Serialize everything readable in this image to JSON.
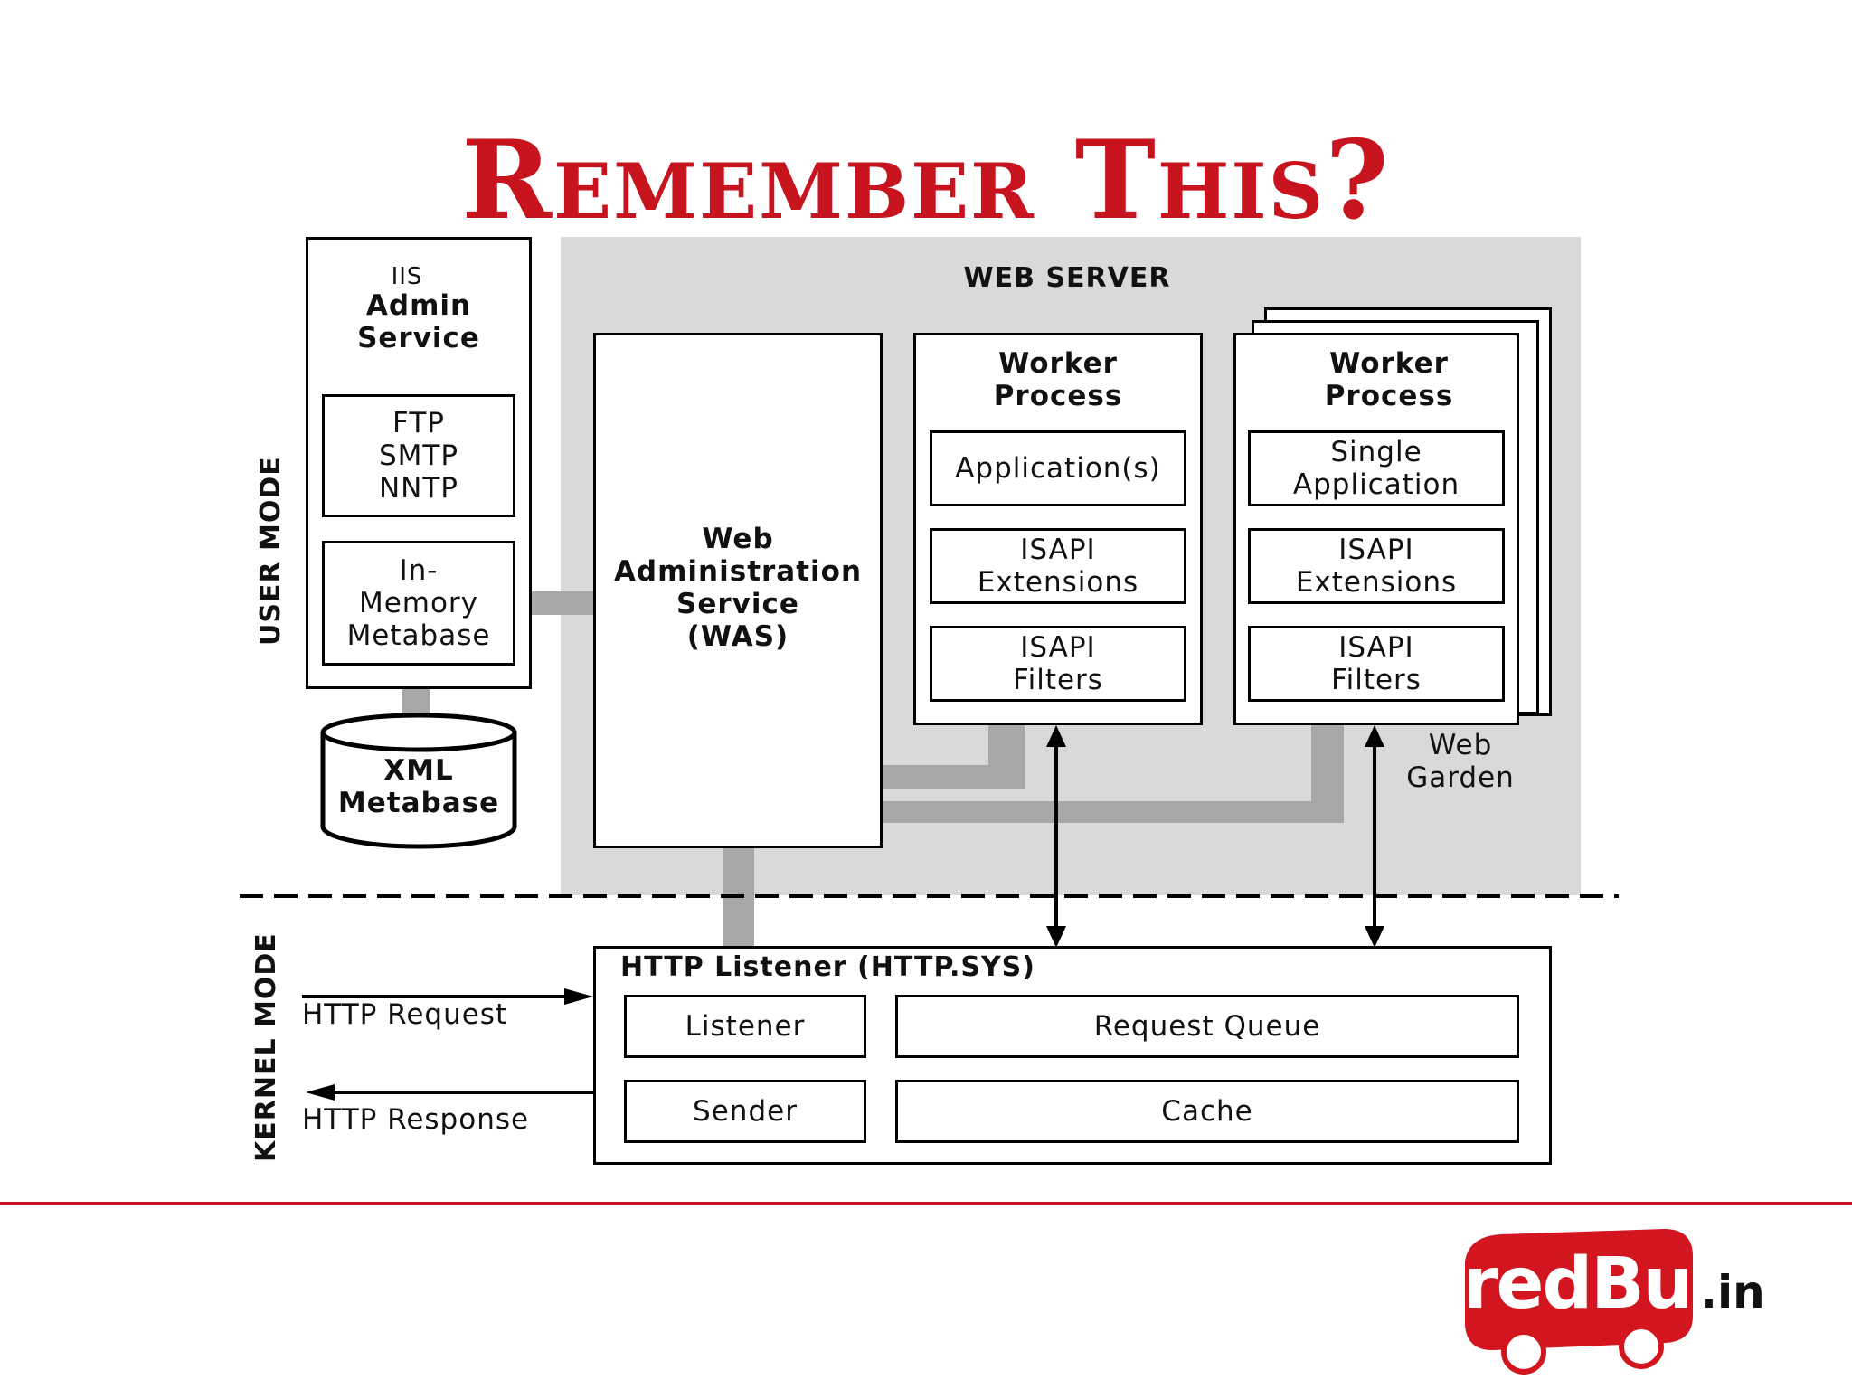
{
  "slide": {
    "title": "Remember This?"
  },
  "diagram": {
    "web_server": "WEB SERVER",
    "user_mode": "USER MODE",
    "kernel_mode": "KERNEL MODE",
    "iis_admin": {
      "line1": "IIS",
      "line2": "Admin\nService"
    },
    "ftp_box": "FTP\nSMTP\nNNTP",
    "metabase_box": "In-\nMemory\nMetabase",
    "xml_metabase": "XML\nMetabase",
    "was": "Web\nAdministration\nService\n(WAS)",
    "worker1": {
      "title": "Worker\nProcess",
      "app": "Application(s)",
      "ext": "ISAPI\nExtensions",
      "filters": "ISAPI\nFilters"
    },
    "worker2": {
      "title": "Worker\nProcess",
      "app": "Single\nApplication",
      "ext": "ISAPI\nExtensions",
      "filters": "ISAPI\nFilters"
    },
    "web_garden": "Web\nGarden",
    "http_listener": {
      "title": "HTTP Listener (HTTP.SYS)",
      "listener": "Listener",
      "queue": "Request Queue",
      "sender": "Sender",
      "cache": "Cache"
    },
    "http_request": "HTTP Request",
    "http_response": "HTTP Response"
  },
  "brand": {
    "logo_main": "redBus",
    "logo_suffix": ".in"
  },
  "colors": {
    "accent": "#c8141e",
    "panel": "#d9d9db",
    "connector": "#a7a7a9"
  }
}
